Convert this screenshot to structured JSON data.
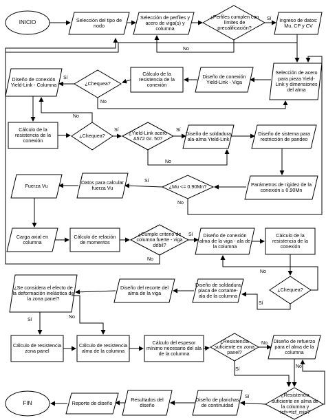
{
  "nodes": {
    "n1": "INICIO",
    "n2": "Selección del tipo de nodo",
    "n3": "Selección de perfiles y acero de viga(s) y columna",
    "n4": "¿Perfiles cumplen con límites de precalificación?",
    "n5": "Ingreso de datos: Mu, CP y CV",
    "n6": "Selección de acero para pieza Yield-Link y dimensiones del alma",
    "n7": "Diseño de conexión Yield-Link - Viga",
    "n8": "Cálculo de la resistencia de la conexión",
    "n9": "¿Chequea?",
    "n10": "Diseño de conexión Yield-Link - Columna",
    "n11": "Cálculo de la resistencia de la conexión",
    "n12": "¿Chequea?",
    "n13": "¿Yield-Link acero A572 Gr. 50?",
    "n14": "Diseño de soldadura ala-alma Yield-Link",
    "n15": "Diseño de sistema para restricción de pandeo",
    "n16": "Parámetros de rigidez de la conexión ≥ 0.90Mn",
    "n17": "¿Mu <= 0.90Mn?",
    "n18": "Datos para calcular fuerza Vu",
    "n19": "Fuerza Vu",
    "n20": "Carga axial en columna",
    "n21": "Cálculo de relación de momentos",
    "n22": "¿Cumple criterio de columna fuerte - viga débil?",
    "n23": "Diseño de conexión alma de la viga - ala de la columna",
    "n24": "Cálculo de la resistencia de la conexión",
    "n25": "¿Chequea?",
    "n26": "Diseño de soldadura placa de cortante-ala de la columna",
    "n27": "Diseño del recorte del alma de la viga",
    "n28": "¿Se considera el efecto de la deformación inelástica de la zona panel?",
    "n29": "Cálculo de resistencia zona panel",
    "n30": "Cálculo de resistencia alma de la columna",
    "n31": "Cálculo del espesor mínimo necesario del ala de la columna",
    "n32": "¿Resistencia suficiente en zona panel?",
    "n33": "Diseño de refuerzo para el alma de la columna",
    "n34": "¿Resistencia suficiente en alma de la columna y tcf>=tcf_min?",
    "n35": "Diseño de planchas de continuidad",
    "n36": "Resultados del diseño",
    "n37": "Reporte de diseño",
    "n38": "FIN"
  },
  "labels": {
    "yes": "Sí",
    "no": "No"
  }
}
